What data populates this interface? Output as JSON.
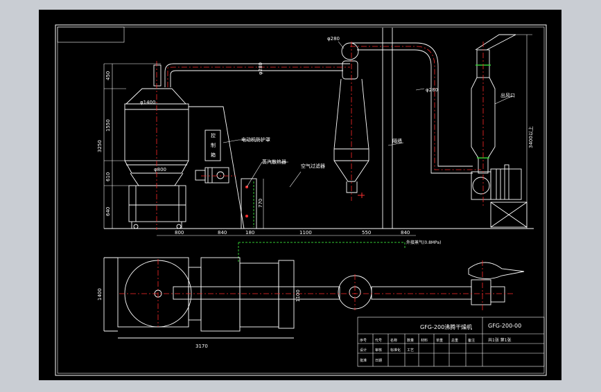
{
  "colors": {
    "viewport_bg": "#c9cdd3",
    "paper": "#000000",
    "line": "#ffffff",
    "centerline": "#ff2020",
    "piping": "#ffffff",
    "green_dash": "#33cc33"
  },
  "drawing": {
    "title": "GFG-200沸腾干燥机",
    "code": "GFG-200-00",
    "title_row2": "共1张 第1张",
    "title_cells": [
      "序号",
      "代号",
      "名称",
      "数量",
      "材料",
      "单重",
      "总重",
      "备注",
      "设计",
      "审核",
      "标准化",
      "工艺",
      "批准",
      "日期"
    ]
  },
  "labels": {
    "d1400": "φ1400",
    "d800": "φ800",
    "d280_top": "φ280",
    "d280_mid": "φ280",
    "d280_right": "φ280",
    "control_box": [
      "控",
      "制",
      "箱"
    ],
    "motor_guard": "电动机防护罩",
    "heater": "蒸汽散热器",
    "air_filter": "空气过滤器",
    "wall": "隔墙",
    "fan_outlet": "出风口",
    "steam_source": "外接蒸气(0.8MPa)",
    "height_right": "3400以上"
  },
  "dims_vertical": {
    "d450": "450",
    "d1550": "1550",
    "d3250": "3250",
    "d610": "610",
    "d640": "640",
    "d770": "770"
  },
  "dims_horizontal": {
    "d800": "800",
    "d840a": "840",
    "d180": "180",
    "d1100": "1100",
    "d550": "550",
    "d840b": "840"
  },
  "dims_plan": {
    "d1400": "1400",
    "d1100": "1100",
    "d3170": "3170"
  }
}
